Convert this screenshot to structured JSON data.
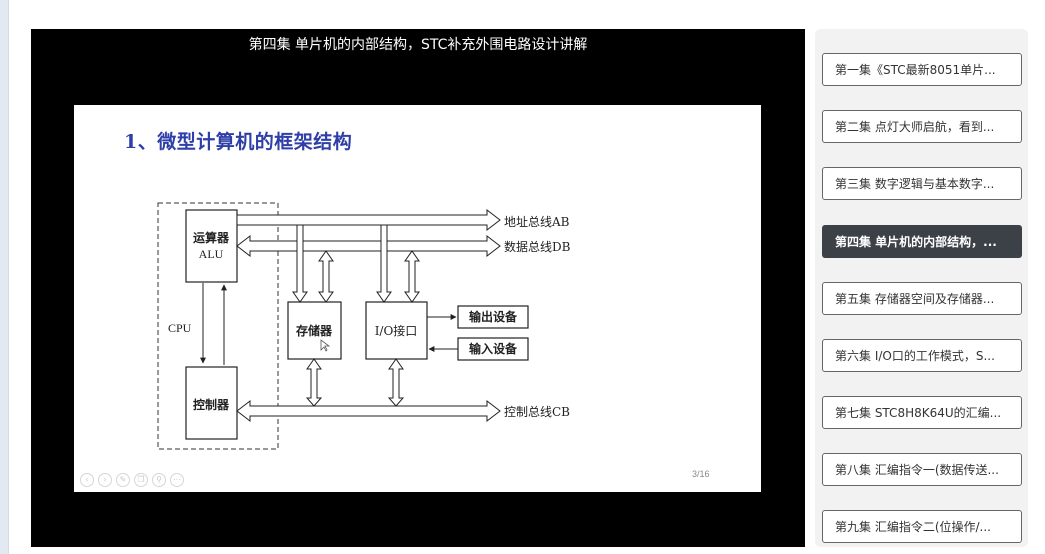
{
  "video": {
    "title": "第四集 单片机的内部结构，STC补充外围电路设计讲解"
  },
  "slide": {
    "heading": "1、微型计算机的框架结构",
    "page": "3/16",
    "diagram": {
      "cpu_label": "CPU",
      "alu_line1": "运算器",
      "alu_line2": "ALU",
      "controller": "控制器",
      "memory": "存储器",
      "io": "I/O接口",
      "output_device": "输出设备",
      "input_device": "输入设备",
      "address_bus": "地址总线AB",
      "data_bus": "数据总线DB",
      "control_bus": "控制总线CB"
    },
    "controls": [
      "prev-icon",
      "next-icon",
      "pen-icon",
      "copy-icon",
      "zoom-icon",
      "more-icon"
    ]
  },
  "playlist": {
    "active_index": 3,
    "episodes": [
      "第一集《STC最新8051单片...",
      "第二集 点灯大师启航，看到...",
      "第三集 数字逻辑与基本数字...",
      "第四集 单片机的内部结构，...",
      "第五集 存储器空间及存储器...",
      "第六集 I/O口的工作模式，S...",
      "第七集 STC8H8K64U的汇编...",
      "第八集 汇编指令一(数据传送...",
      "第九集 汇编指令二(位操作/..."
    ]
  },
  "colors": {
    "heading": "#2f3fa8",
    "active_episode_bg": "#3c4148",
    "player_bg": "#000000"
  }
}
